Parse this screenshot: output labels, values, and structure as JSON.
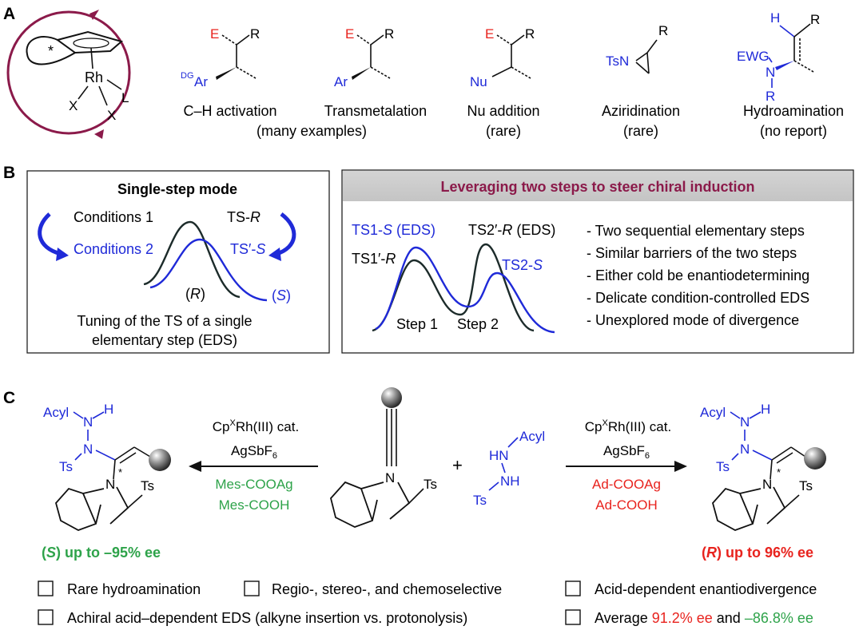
{
  "panel_letters": {
    "a": "A",
    "b": "B",
    "c": "C"
  },
  "colors": {
    "blue": "#1f2ad8",
    "red": "#e8231e",
    "green": "#2ea34a",
    "maroon": "#8b1a4a",
    "dark": "#1c2b2a"
  },
  "panel_a": {
    "catalyst": {
      "rh": "Rh",
      "l": "L",
      "x1": "X",
      "x2": "X",
      "star": "*"
    },
    "structures": {
      "e": "E",
      "r": "R",
      "dg": "DG",
      "ar": "Ar",
      "nu": "Nu",
      "tsn": "TsN",
      "h": "H",
      "ewg": "EWG",
      "n": "N"
    },
    "labels": [
      {
        "title": "C–H activation",
        "note": "(many examples)"
      },
      {
        "title": "Transmetalation",
        "note": ""
      },
      {
        "title": "Nu addition",
        "note": "(rare)"
      },
      {
        "title": "Aziridination",
        "note": "(rare)"
      },
      {
        "title": "Hydroamination",
        "note": "(no report)"
      }
    ]
  },
  "panel_b": {
    "left": {
      "title": "Single-step mode",
      "cond1": "Conditions 1",
      "cond2": "Conditions 2",
      "ts_r_pre": "TS-",
      "ts_r_it": "R",
      "ts_s_pre": "TS′-",
      "ts_s_it": "S",
      "r_open": "(",
      "r_it": "R",
      "r_close": ")",
      "s_open": "(",
      "s_it": "S",
      "s_close": ")",
      "caption1": "Tuning of the TS of a single",
      "caption2": "elementary step (EDS)"
    },
    "right": {
      "header": "Leveraging two steps to steer chiral induction",
      "ts1s_pre": "TS1-",
      "ts1s_it": "S",
      "ts1s_post": " (EDS)",
      "ts1r_pre": "TS1′-",
      "ts1r_it": "R",
      "ts2r_pre": "TS2′-",
      "ts2r_it": "R",
      "ts2r_post": " (EDS)",
      "ts2s_pre": "TS2-",
      "ts2s_it": "S",
      "step1": "Step 1",
      "step2": "Step 2",
      "bullets": [
        "- Two sequential elementary steps",
        "- Similar barriers of the two steps",
        "- Either cold be enantiodetermining",
        "- Delicate condition-controlled EDS",
        "- Unexplored mode of divergence"
      ]
    }
  },
  "panel_c": {
    "acyl": "Acyl",
    "n": "N",
    "h": "H",
    "ts": "Ts",
    "hn": "HN",
    "nh": "NH",
    "plus": "+",
    "star": "*",
    "left_reagents": {
      "cat_pre": "Cp",
      "cat_sup": "X",
      "cat_post": "Rh(III) cat.",
      "ag_pre": "AgSbF",
      "ag_sub": "6",
      "salt": "Mes-COOAg",
      "acid": "Mes-COOH"
    },
    "right_reagents": {
      "cat_pre": "Cp",
      "cat_sup": "X",
      "cat_post": "Rh(III) cat.",
      "ag_pre": "AgSbF",
      "ag_sub": "6",
      "salt": "Ad-COOAg",
      "acid": "Ad-COOH"
    },
    "left_result": {
      "open": "(",
      "it": "S",
      "rest": ") up to –95% ee"
    },
    "right_result": {
      "open": "(",
      "it": "R",
      "rest": ") up to 96% ee"
    }
  },
  "features": [
    "Rare hydroamination",
    "Regio-, stereo-, and chemoselective",
    "Acid-dependent enantiodivergence",
    "Achiral acid–dependent EDS (alkyne insertion vs. protonolysis)"
  ],
  "average": {
    "pre": "Average ",
    "red_val": "91.2% ee",
    "mid": " and ",
    "green_val": "–86.8% ee"
  }
}
